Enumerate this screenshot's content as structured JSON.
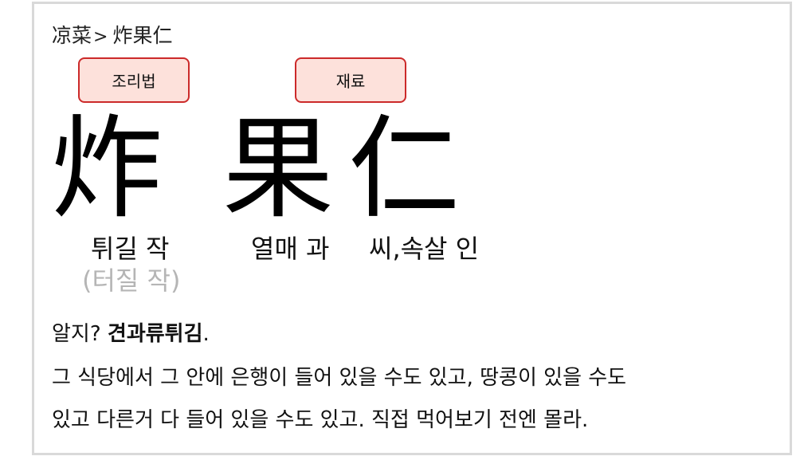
{
  "breadcrumb": {
    "parent": "凉菜",
    "separator": ">",
    "current": "炸果仁"
  },
  "tabs": {
    "recipe": "조리법",
    "ingredients": "재료"
  },
  "characters": [
    {
      "hanzi": "炸",
      "gloss": "튀길 작",
      "alt_gloss": "(터질 작)"
    },
    {
      "hanzi": "果",
      "gloss": "열매 과"
    },
    {
      "hanzi": "仁",
      "gloss": "씨,속살 인"
    }
  ],
  "note": {
    "prefix": "알지? ",
    "bold": "견과류튀김",
    "suffix": ".",
    "line2": "그 식당에서 그 안에 은행이 들어 있을 수도 있고, 땅콩이 있을 수도",
    "line3": "있고 다른거 다 들어 있을 수도 있고. 직접 먹어보기 전엔 몰라."
  },
  "colors": {
    "tab_border": "#cc2a2a",
    "tab_fill": "#fde1db",
    "alt_gloss": "#b5b5b5",
    "card_border": "#d9d9d9"
  }
}
